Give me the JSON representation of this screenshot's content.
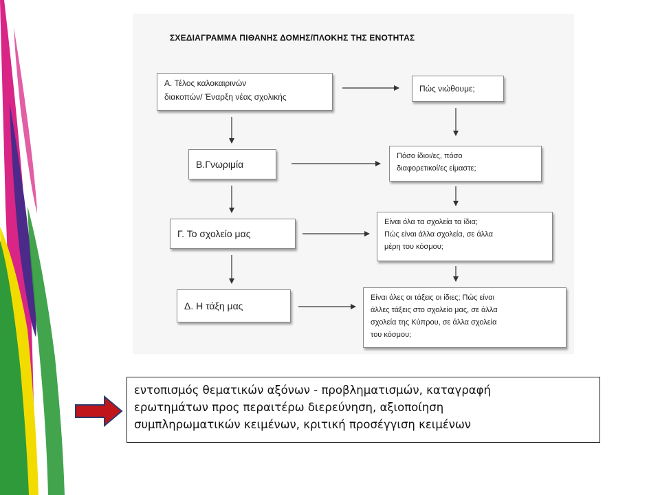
{
  "title": "ΣΧΕΔΙΑΓΡΑΜΜΑ ΠΙΘΑΝΗΣ ΔΟΜΗΣ/ΠΛΟΚΗΣ ΤΗΣ ΕΝΟΤΗΤΑΣ",
  "left_boxes": [
    {
      "lines": [
        "A. Τέλος καλοκαιρινών",
        "διακοπών/ Έναρξη νέας σχολικής"
      ]
    },
    {
      "lines": [
        "B.Γνωριμία"
      ]
    },
    {
      "lines": [
        "Γ. Το σχολείο μας"
      ]
    },
    {
      "lines": [
        "Δ. Η τάξη μας"
      ]
    }
  ],
  "right_boxes": [
    {
      "lines": [
        "Πώς νιώθουμε;"
      ]
    },
    {
      "lines": [
        "Πόσο ίδιοι/ες, πόσο",
        "διαφορετικοί/ες είμαστε;"
      ]
    },
    {
      "lines": [
        "Είναι όλα τα σχολεία τα ίδια;",
        "Πώς είναι άλλα σχολεία, σε άλλα",
        "μέρη του κόσμου;"
      ]
    },
    {
      "lines": [
        "Είναι όλες οι τάξεις οι ίδιες; Πώς είναι",
        "άλλες τάξεις στο σχολείο μας, σε άλλα",
        "σχολεία της Κύπρου, σε άλλα σχολεία",
        "του κόσμου;"
      ]
    }
  ],
  "bottom_note": {
    "line1": [
      "εντοπισμός",
      "θεματικών",
      "αξόνων",
      "-",
      "προβληματισμών,",
      "καταγραφή"
    ],
    "line2": [
      "ερωτημάτων",
      "προς",
      "περαιτέρω",
      "διερεύνηση,",
      "αξιοποίηση"
    ],
    "line3": "συμπληρωματικών κειμένων, κριτική προσέγγιση κειμένων"
  },
  "colors": {
    "accent_red": "#c0161b",
    "stripe_green": "#2e9a3a",
    "stripe_yellow": "#f2dc00",
    "stripe_purple": "#4b2a8a",
    "stripe_magenta": "#d6197f"
  }
}
